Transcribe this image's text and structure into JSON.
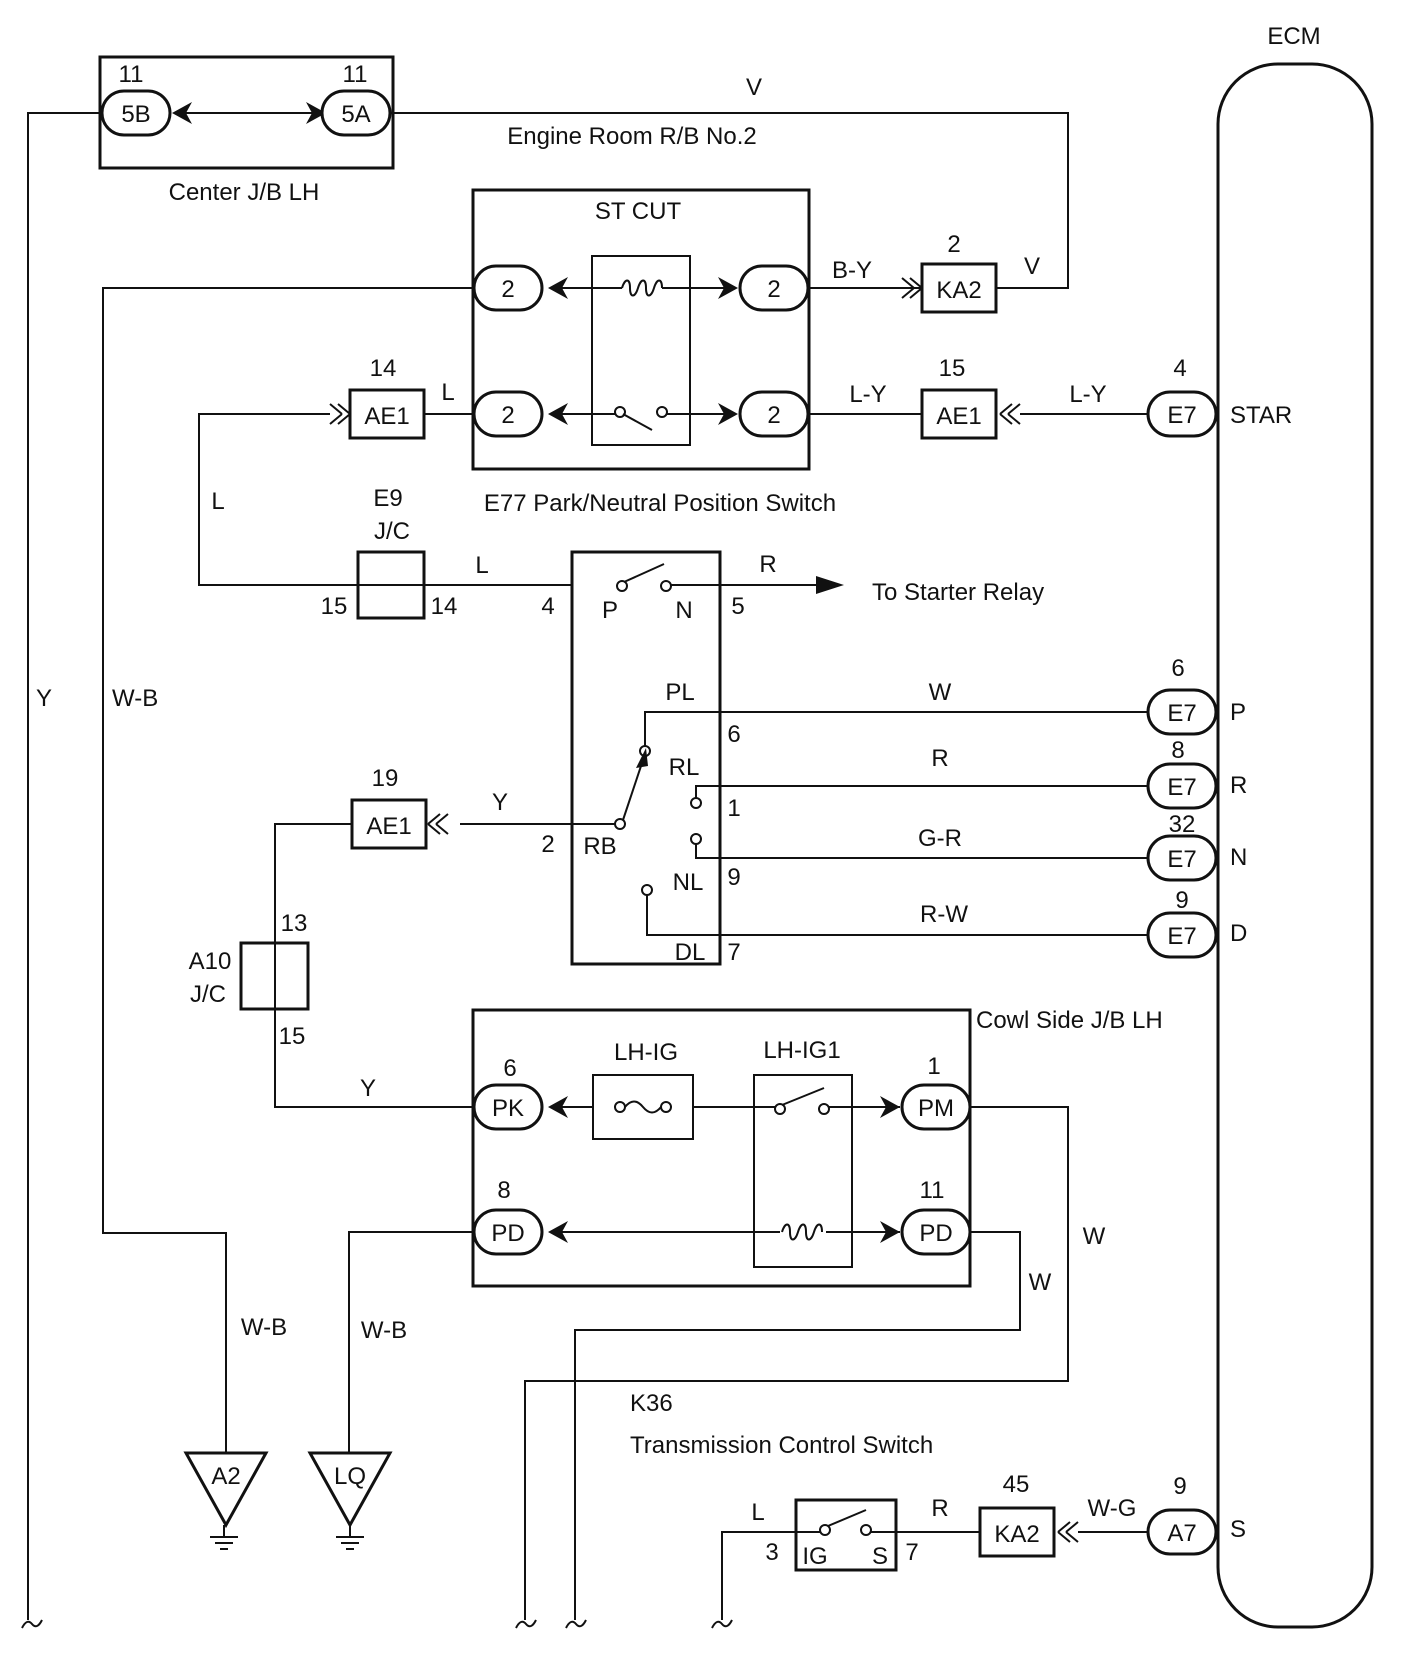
{
  "ecm": {
    "title": "ECM",
    "star": "STAR",
    "p": "P",
    "r": "R",
    "n": "N",
    "d": "D",
    "s": "S"
  },
  "center_jb": {
    "title": "Center J/B LH",
    "left_conn": "5B",
    "left_pin": "11",
    "right_conn": "5A",
    "right_pin": "11"
  },
  "engine_room_rb": {
    "title": "Engine Room R/B No.2"
  },
  "st_cut": {
    "title": "ST CUT",
    "pin_tl": "2",
    "pin_tr": "2",
    "pin_bl": "2",
    "pin_br": "2"
  },
  "ka2_top": {
    "conn": "KA2",
    "pin": "2"
  },
  "ae1_14": {
    "conn": "AE1",
    "pin": "14"
  },
  "ae1_15": {
    "conn": "AE1",
    "pin": "15"
  },
  "ae1_19": {
    "conn": "AE1",
    "pin": "19"
  },
  "e7_star": {
    "conn": "E7",
    "pin": "4"
  },
  "e7_p": {
    "conn": "E7",
    "pin": "6"
  },
  "e7_r": {
    "conn": "E7",
    "pin": "8"
  },
  "e7_n": {
    "conn": "E7",
    "pin": "32"
  },
  "e7_d": {
    "conn": "E7",
    "pin": "9"
  },
  "pnp_switch": {
    "title": "E77 Park/Neutral Position Switch",
    "pin4": "4",
    "pin5": "5",
    "pin6": "6",
    "pin1": "1",
    "pin2": "2",
    "pin9": "9",
    "pin7": "7",
    "p": "P",
    "n": "N",
    "pl": "PL",
    "rl": "RL",
    "rb": "RB",
    "nl": "NL",
    "dl": "DL"
  },
  "e9_jc": {
    "name": "E9",
    "type": "J/C",
    "pin_left": "15",
    "pin_right": "14"
  },
  "a10_jc": {
    "name": "A10",
    "type": "J/C",
    "pin_top": "13",
    "pin_bottom": "15"
  },
  "starter": {
    "label": "To Starter Relay"
  },
  "cowl_jb": {
    "title": "Cowl Side J/B LH",
    "fuse": "LH-IG",
    "relay": "LH-IG1",
    "pk": "PK",
    "pk_pin": "6",
    "pm": "PM",
    "pm_pin": "1",
    "pd_left": "PD",
    "pd_left_pin": "8",
    "pd_right": "PD",
    "pd_right_pin": "11"
  },
  "grounds": {
    "a2": "A2",
    "lq": "LQ"
  },
  "tcs": {
    "name": "K36",
    "title": "Transmission Control Switch",
    "ig": "IG",
    "s": "S",
    "pin3": "3",
    "pin7": "7"
  },
  "ka2_bottom": {
    "conn": "KA2",
    "pin": "45"
  },
  "a7": {
    "conn": "A7",
    "pin": "9"
  },
  "wires": {
    "v_top": "V",
    "v_ka2": "V",
    "b_y": "B-Y",
    "l_y_left": "L-Y",
    "l_y_right": "L-Y",
    "l_ae1": "L",
    "l_left": "L",
    "l_e9": "L",
    "r_starter": "R",
    "y_left": "Y",
    "w_b_left": "W-B",
    "w_p": "W",
    "r_r": "R",
    "g_r": "G-R",
    "r_w": "R-W",
    "y_ae1": "Y",
    "y_pk": "Y",
    "w_b_a2": "W-B",
    "w_b_lq": "W-B",
    "w_pm": "W",
    "w_pd": "W",
    "l_tcs": "L",
    "r_tcs": "R",
    "w_g": "W-G"
  }
}
